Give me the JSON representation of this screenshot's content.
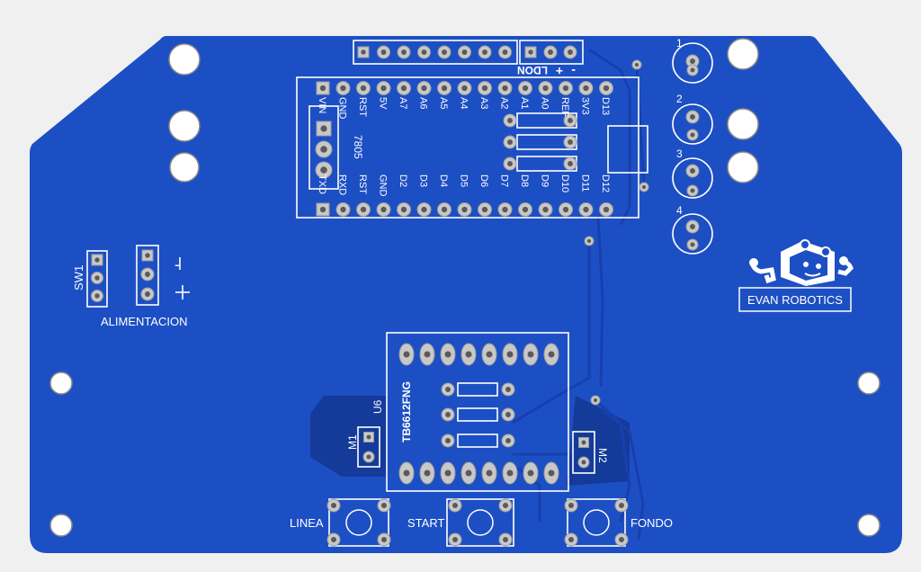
{
  "colors": {
    "background": "#f0f0f0",
    "board": "#1d4fc4",
    "board_dark": "#143a9a",
    "trace": "#1740ad",
    "silkscreen": "#ffffff",
    "pad": "#c8c8c8",
    "hole": "#5a5a5a"
  },
  "labels": {
    "sw1": "SW1",
    "minus": "-",
    "plus": "+",
    "alimentacion": "ALIMENTACION",
    "ldon": "LDON",
    "ldon_minus": "-",
    "ldon_plus": "+",
    "vr7805": "7805",
    "top_pins": [
      "VIN",
      "GND",
      "RST",
      "5V",
      "A7",
      "A6",
      "A5",
      "A4",
      "A3",
      "A2",
      "A1",
      "A0",
      "REF",
      "3V3",
      "D13"
    ],
    "bottom_pins": [
      "TXD",
      "RXD",
      "RST",
      "GND",
      "D2",
      "D3",
      "D4",
      "D5",
      "D6",
      "D7",
      "D8",
      "D9",
      "D10",
      "D11",
      "D12"
    ],
    "sensor_numbers": [
      "1",
      "2",
      "3",
      "4"
    ],
    "u6": "U6",
    "tb6612": "TB6612FNG",
    "m1": "M1",
    "m2": "M2",
    "linea": "LINEA",
    "start": "START",
    "fondo": "FONDO",
    "logo_text": "EVAN ROBOTICS"
  }
}
